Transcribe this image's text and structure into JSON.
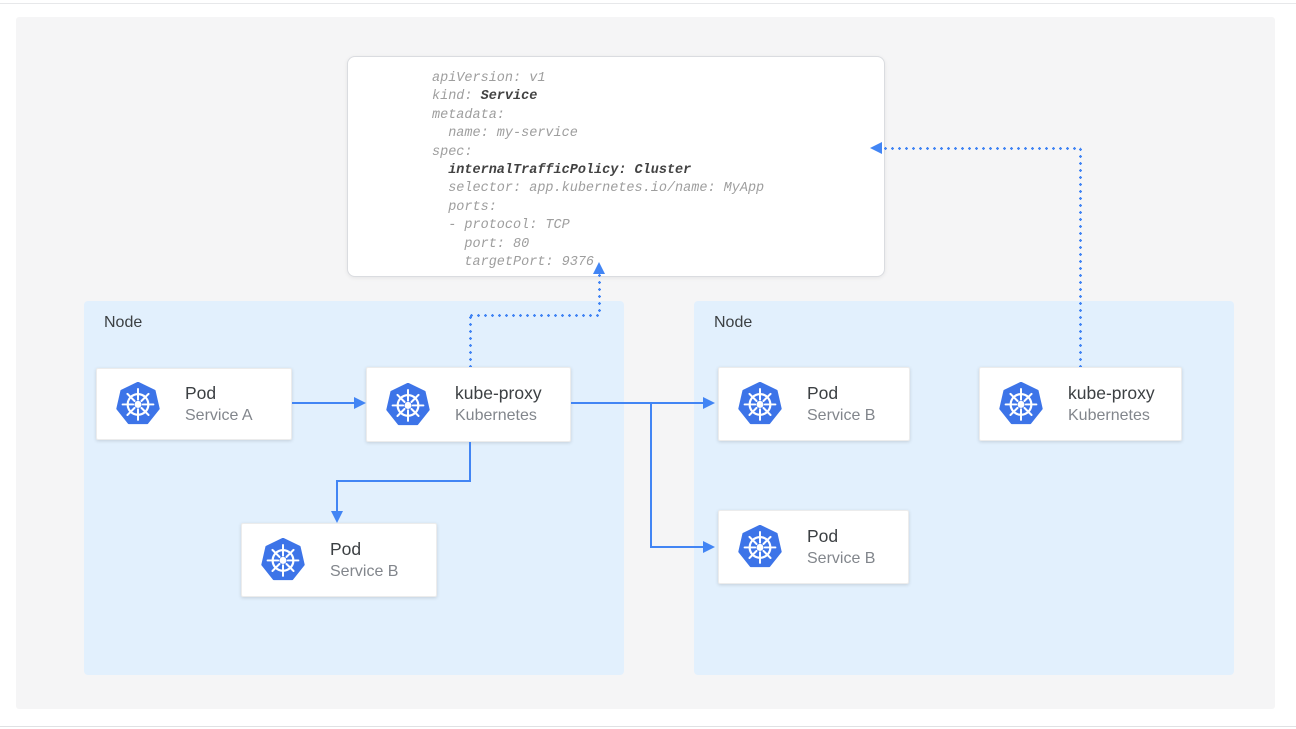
{
  "colors": {
    "accent": "#4285f4",
    "node-bg": "#e2f0fd",
    "k8s-blue": "#3d74e8",
    "panel-bg": "#f5f5f6",
    "text-dark": "#3c4043",
    "text-gray": "#82868c",
    "yaml-gray": "#9e9e9e",
    "yaml-bold": "#424242"
  },
  "yaml": {
    "lines": [
      {
        "plain": "apiVersion: v1"
      },
      {
        "pre": "kind: ",
        "bold": "Service"
      },
      {
        "plain": "metadata:"
      },
      {
        "plain": "  name: my-service"
      },
      {
        "plain": "spec:"
      },
      {
        "pre": "  ",
        "bold": "internalTrafficPolicy: Cluster"
      },
      {
        "plain": "  selector: app.kubernetes.io/name: MyApp"
      },
      {
        "plain": "  ports:"
      },
      {
        "plain": "  - protocol: TCP"
      },
      {
        "plain": "    port: 80"
      },
      {
        "plain": "    targetPort: 9376"
      }
    ]
  },
  "nodes": [
    {
      "label": "Node"
    },
    {
      "label": "Node"
    }
  ],
  "cards": [
    {
      "title": "Pod",
      "subtitle": "Service A"
    },
    {
      "title": "kube-proxy",
      "subtitle": "Kubernetes"
    },
    {
      "title": "Pod",
      "subtitle": "Service B"
    },
    {
      "title": "Pod",
      "subtitle": "Service B"
    },
    {
      "title": "kube-proxy",
      "subtitle": "Kubernetes"
    },
    {
      "title": "Pod",
      "subtitle": "Service B"
    }
  ]
}
